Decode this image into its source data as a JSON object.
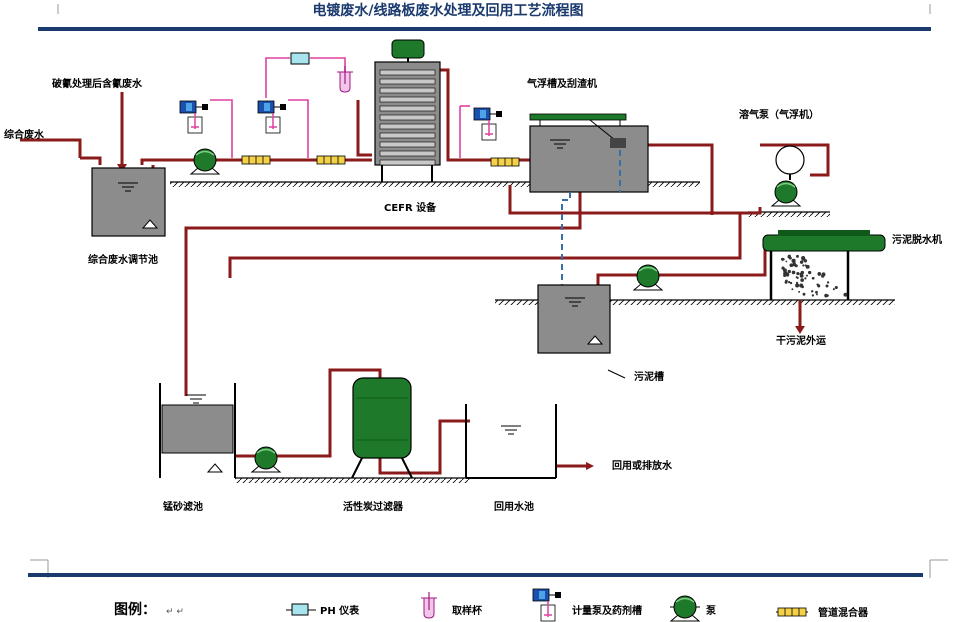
{
  "title": "电镀废水/线路板废水处理及回用工艺流程图",
  "labels": {
    "cyanide_water": "破氰处理后含氰废水",
    "mixed_water": "综合废水",
    "equalization_tank": "综合废水调节池",
    "cefr": "CEFR 设备",
    "flotation": "气浮槽及刮渣机",
    "air_pump": "溶气泵（气浮机）",
    "sludge_dewater": "污泥脱水机",
    "dry_sludge": "干污泥外运",
    "sludge_tank": "污泥槽",
    "sand_filter": "锰砂滤池",
    "carbon_filter": "活性炭过滤器",
    "reuse_tank": "回用水池",
    "reuse_out": "回用或排放水"
  },
  "legend": {
    "heading": "图例：",
    "items": [
      {
        "label": "PH 仪表",
        "icon": "ph-meter-icon"
      },
      {
        "label": "取样杯",
        "icon": "sampling-cup-icon"
      },
      {
        "label": "计量泵及药剂槽",
        "icon": "metering-pump-icon"
      },
      {
        "label": "泵",
        "icon": "pump-icon"
      },
      {
        "label": "管道混合器",
        "icon": "pipe-mixer-icon"
      }
    ]
  },
  "colors": {
    "pipe": "#8b1a1a",
    "equipment": "#8c8c8c",
    "pump": "#1e7a2a",
    "sample_line": "#e040a0",
    "dashed_line": "#3a6ea8",
    "rule": "#1b3a6e"
  }
}
